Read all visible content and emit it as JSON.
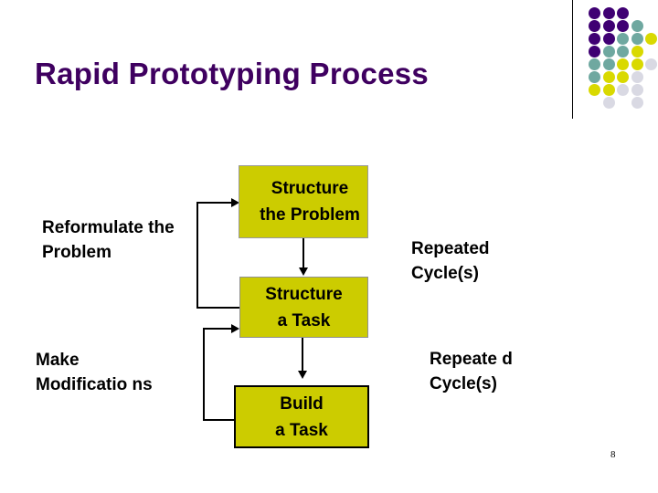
{
  "slide": {
    "title": "Rapid Prototyping Process",
    "title_color": "#3F0060",
    "background_color": "#FFFFFF",
    "page_number": "8"
  },
  "ornament": {
    "divider_color": "#000000",
    "palette": {
      "purple": "#3F0073",
      "teal": "#6FA8A0",
      "yellow": "#D9D900",
      "light": "#D9D9E3"
    },
    "dots": [
      {
        "row": 0,
        "col": 0,
        "color": "#3F0073"
      },
      {
        "row": 0,
        "col": 1,
        "color": "#3F0073"
      },
      {
        "row": 0,
        "col": 2,
        "color": "#3F0073"
      },
      {
        "row": 1,
        "col": 0,
        "color": "#3F0073"
      },
      {
        "row": 1,
        "col": 1,
        "color": "#3F0073"
      },
      {
        "row": 1,
        "col": 2,
        "color": "#3F0073"
      },
      {
        "row": 1,
        "col": 3,
        "color": "#6FA8A0"
      },
      {
        "row": 2,
        "col": 0,
        "color": "#3F0073"
      },
      {
        "row": 2,
        "col": 1,
        "color": "#3F0073"
      },
      {
        "row": 2,
        "col": 2,
        "color": "#6FA8A0"
      },
      {
        "row": 2,
        "col": 3,
        "color": "#6FA8A0"
      },
      {
        "row": 2,
        "col": 4,
        "color": "#D9D900"
      },
      {
        "row": 3,
        "col": 0,
        "color": "#3F0073"
      },
      {
        "row": 3,
        "col": 1,
        "color": "#6FA8A0"
      },
      {
        "row": 3,
        "col": 2,
        "color": "#6FA8A0"
      },
      {
        "row": 3,
        "col": 3,
        "color": "#D9D900"
      },
      {
        "row": 4,
        "col": 0,
        "color": "#6FA8A0"
      },
      {
        "row": 4,
        "col": 1,
        "color": "#6FA8A0"
      },
      {
        "row": 4,
        "col": 2,
        "color": "#D9D900"
      },
      {
        "row": 4,
        "col": 3,
        "color": "#D9D900"
      },
      {
        "row": 4,
        "col": 4,
        "color": "#D9D9E3"
      },
      {
        "row": 5,
        "col": 0,
        "color": "#6FA8A0"
      },
      {
        "row": 5,
        "col": 1,
        "color": "#D9D900"
      },
      {
        "row": 5,
        "col": 2,
        "color": "#D9D900"
      },
      {
        "row": 5,
        "col": 3,
        "color": "#D9D9E3"
      },
      {
        "row": 6,
        "col": 0,
        "color": "#D9D900"
      },
      {
        "row": 6,
        "col": 1,
        "color": "#D9D900"
      },
      {
        "row": 6,
        "col": 2,
        "color": "#D9D9E3"
      },
      {
        "row": 6,
        "col": 3,
        "color": "#D9D9E3"
      },
      {
        "row": 7,
        "col": 1,
        "color": "#D9D9E3"
      },
      {
        "row": 7,
        "col": 3,
        "color": "#D9D9E3"
      }
    ]
  },
  "diagram": {
    "box_fill": "#CCCC00",
    "boxes": [
      {
        "id": "structure-the-problem",
        "line1": "Structure",
        "line2": "the Problem"
      },
      {
        "id": "structure-a-task",
        "line1": "Structure",
        "line2": "a Task"
      },
      {
        "id": "build-a-task",
        "line1": "Build",
        "line2": "a Task"
      }
    ],
    "labels": [
      {
        "id": "reformulate-the-problem",
        "text": "Reformulate the Problem"
      },
      {
        "id": "make-modifications",
        "text": "Make Modificatio ns"
      },
      {
        "id": "repeated-cycles-top",
        "text": "Repeated Cycle(s)"
      },
      {
        "id": "repeated-cycles-bottom",
        "text": "Repeate d Cycle(s)"
      }
    ]
  }
}
